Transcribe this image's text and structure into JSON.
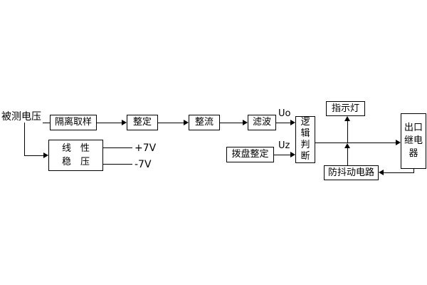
{
  "diagram": {
    "source": "被测电压",
    "boxes": {
      "isolation": "隔离取样",
      "setting": "整定",
      "rectify": "整流",
      "filter": "滤波",
      "logic": "逻辑判断",
      "dial": "拨盘整定",
      "indicator": "指示灯",
      "relay": "出口继电器",
      "antijitter": "防抖动电路",
      "regulator_line1": "线　性",
      "regulator_line2": "稳　压"
    },
    "signals": {
      "uo": "Uo",
      "uz": "Uz",
      "plus": "+7V",
      "minus": "-7V"
    }
  }
}
